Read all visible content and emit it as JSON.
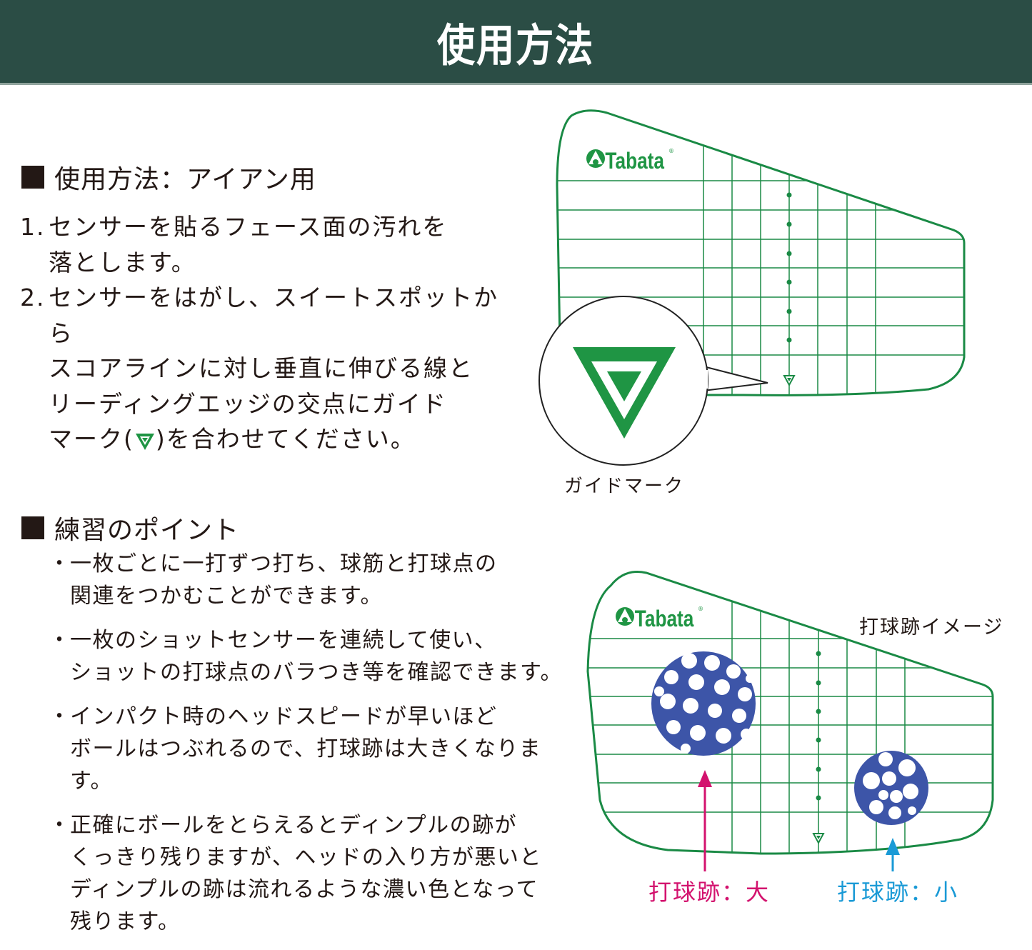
{
  "header": {
    "title": "使用方法",
    "background_color": "#2b4d45"
  },
  "usage_section": {
    "heading": "使用方法：アイアン用",
    "steps": [
      {
        "number": "1.",
        "lines": [
          "センサーを貼るフェース面の汚れを",
          "落とします。"
        ]
      },
      {
        "number": "2.",
        "lines": [
          "センサーをはがし、スイートスポットから",
          "スコアラインに対し垂直に伸びる線と",
          "リーディングエッジの交点にガイド"
        ],
        "last_line_before_icon": "マーク(",
        "last_line_after_icon": ")を合わせてください。"
      }
    ]
  },
  "diagram_top": {
    "logo": "Tabata",
    "logo_mark": "®",
    "callout_label": "ガイドマーク",
    "guide_mark_icon": "guide-triangle-icon",
    "line_color": "#1a8a45"
  },
  "practice_section": {
    "heading": "練習のポイント",
    "bullet": "・",
    "points": [
      {
        "lines": [
          "一枚ごとに一打ずつ打ち、球筋と打球点の",
          "関連をつかむことができます。"
        ]
      },
      {
        "lines": [
          "一枚のショットセンサーを連続して使い、",
          "ショットの打球点のバラつき等を確認できます。"
        ]
      },
      {
        "lines": [
          "インパクト時のヘッドスピードが早いほど",
          "ボールはつぶれるので、打球跡は大きくなります。"
        ]
      },
      {
        "lines": [
          "正確にボールをとらえるとディンプルの跡が",
          "くっきり残りますが、ヘッドの入り方が悪いと",
          "ディンプルの跡は流れるような濃い色となって",
          "残ります。"
        ]
      }
    ]
  },
  "diagram_bottom": {
    "logo": "Tabata",
    "logo_mark": "®",
    "caption": "打球跡イメージ",
    "mark_large_label": "打球跡：大",
    "mark_small_label": "打球跡：小",
    "mark_large_color": "#d3126e",
    "mark_small_color": "#1a9ad6",
    "imprint_color": "#3d55a8"
  }
}
